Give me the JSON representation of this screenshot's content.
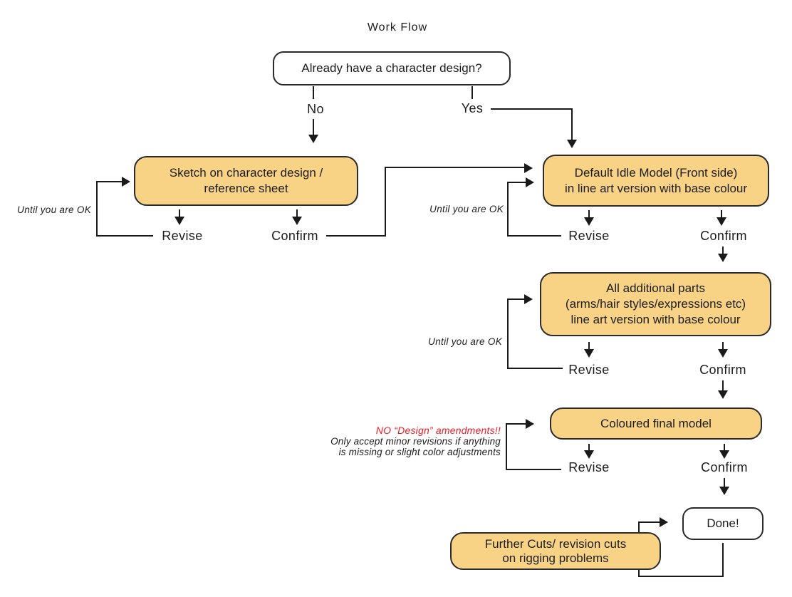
{
  "title": "Work Flow",
  "colors": {
    "box_fill": "#F8D385",
    "box_border": "#2A2A2A",
    "line": "#1A1A1A",
    "warning_red": "#EC1B23"
  },
  "nodes": {
    "question": "Already have a character design?",
    "sketch": {
      "line1": "Sketch on character design /",
      "line2": "reference sheet"
    },
    "default_idle": {
      "line1": "Default Idle Model (Front side)",
      "line2": "in line art version with base colour"
    },
    "additional_parts": {
      "line1": "All additional parts",
      "line2": "(arms/hair styles/expressions etc)",
      "line3": "line art version with base colour"
    },
    "coloured_final": "Coloured final model",
    "done": "Done!",
    "further_cuts": {
      "line1": "Further Cuts/ revision cuts",
      "line2": "on rigging problems"
    }
  },
  "labels": {
    "no": "No",
    "yes": "Yes",
    "revise": "Revise",
    "confirm": "Confirm",
    "until_ok": "Until you are OK"
  },
  "annotation": {
    "red_line": "NO “Design” amendments!!",
    "line2": "Only accept minor revisions if anything",
    "line3": "is missing or slight color adjustments"
  }
}
